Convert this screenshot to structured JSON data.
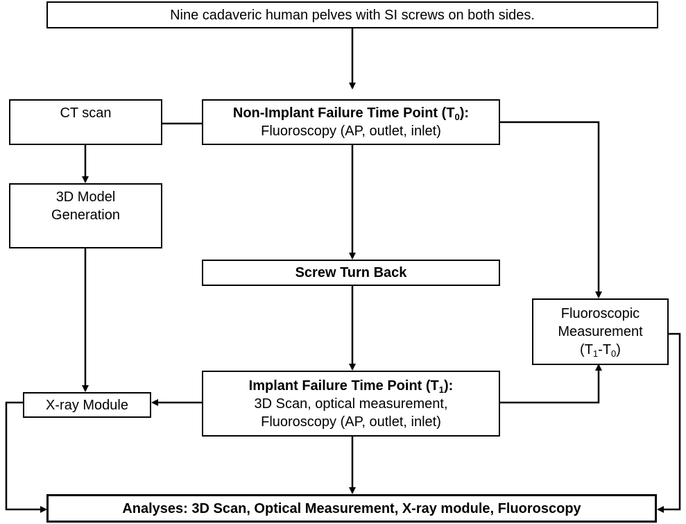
{
  "nodes": {
    "start": {
      "text": "Nine cadaveric human pelves with SI screws on both sides."
    },
    "ct": {
      "text": "CT scan"
    },
    "t0": {
      "title_pre": "Non-Implant Failure Time Point (T",
      "title_sub": "0",
      "title_post": "):",
      "line1": "Fluoroscopy (AP, outlet, inlet)"
    },
    "model3d": {
      "line1": "3D Model",
      "line2": "Generation"
    },
    "turnback": {
      "text": "Screw Turn Back"
    },
    "fluoro_meas": {
      "line1": "Fluoroscopic",
      "line2": "Measurement",
      "l3_a": "(T",
      "l3_sub1": "1",
      "l3_b": "-T",
      "l3_sub2": "0",
      "l3_c": ")"
    },
    "t1": {
      "title_pre": "Implant Failure Time Point  (T",
      "title_sub": "1",
      "title_post": "):",
      "line1": "3D Scan, optical measurement,",
      "line2": "Fluoroscopy (AP, outlet, inlet)"
    },
    "xray": {
      "text": "X-ray Module"
    },
    "analyses": {
      "text": "Analyses: 3D Scan, Optical Measurement, X-ray module, Fluoroscopy"
    }
  },
  "colors": {
    "stroke": "#000000",
    "background": "#ffffff"
  }
}
